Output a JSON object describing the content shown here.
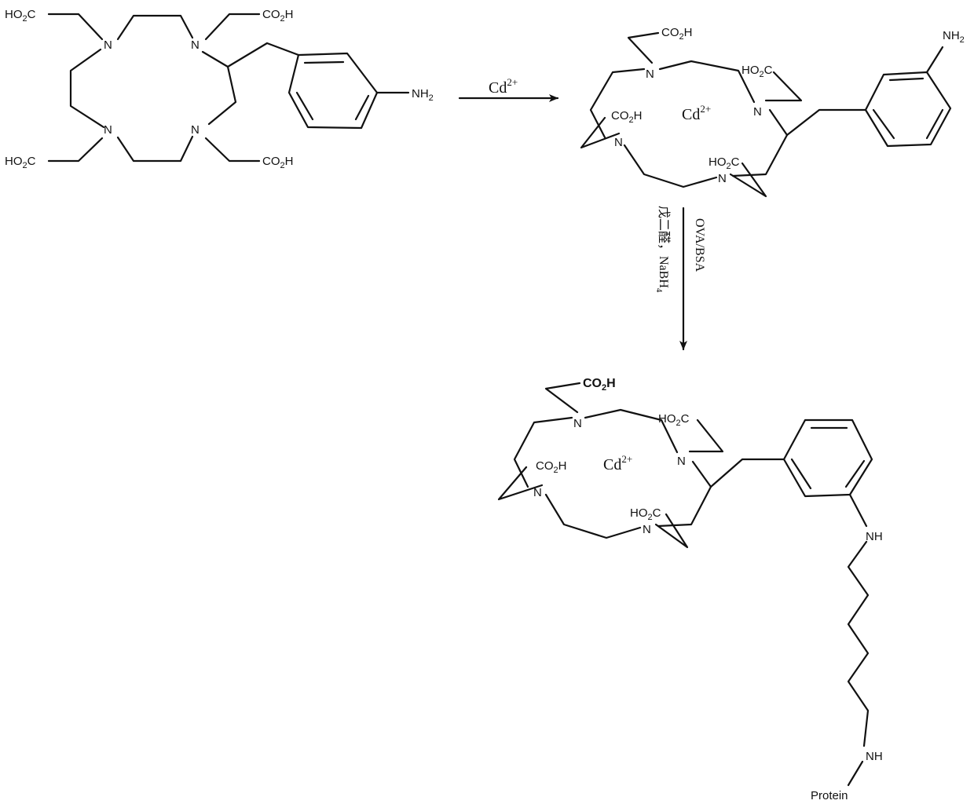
{
  "atoms": {
    "n": "N",
    "nh": "NH",
    "nh2_a": "NH",
    "nh2_b": "2",
    "ho2c_a": "HO",
    "ho2c_b": "2",
    "ho2c_c": "C",
    "co2h_a": "CO",
    "co2h_b": "2",
    "co2h_c": "H",
    "protein": "Protein"
  },
  "metal": {
    "symbol": "Cd",
    "charge": "2+"
  },
  "step1": {
    "reagent_symbol": "Cd",
    "reagent_charge": "2+"
  },
  "step2": {
    "reagent_right": "OVA/BSA",
    "reagent_left_a": "戊二醛，NaBH",
    "reagent_left_b": "4"
  },
  "colors": {
    "ink": "#111111",
    "background": "#ffffff"
  }
}
